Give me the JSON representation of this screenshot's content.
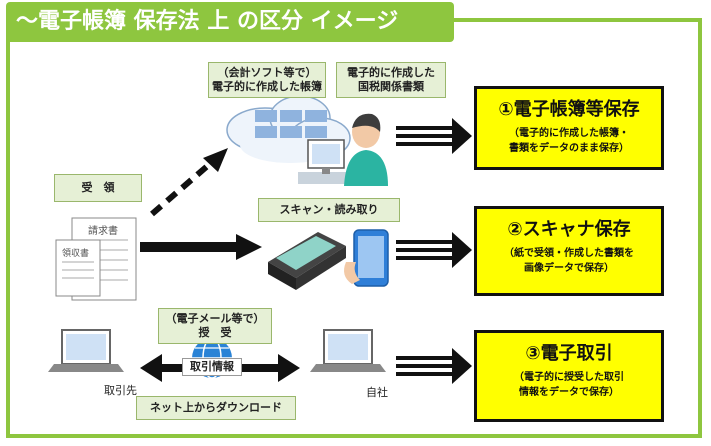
{
  "header": {
    "title": "～電子帳簿 保存法 上 の区分 イメージ"
  },
  "labels": {
    "kaikei_line1": "（会計ソフト等で）",
    "kaikei_line2": "電子的に作成した帳簿",
    "kokuzei_line1": "電子的に作成した",
    "kokuzei_line2": "国税関係書類",
    "juryo": "受　領",
    "scan": "スキャン・読み取り",
    "email_line1": "（電子メール等で）",
    "email_line2": "授　受",
    "torihiki_joho": "取引情報",
    "download": "ネット上からダウンロード",
    "torihikisaki": "取引先",
    "jisha": "自社",
    "invoice_title": "請求書",
    "receipt_title": "領収書"
  },
  "categories": [
    {
      "title": "①電子帳簿等保存",
      "line1": "（電子的に作成した帳簿・",
      "line2": "書類をデータのまま保存）"
    },
    {
      "title": "②スキャナ保存",
      "line1": "（紙で受領・作成した書類を",
      "line2": "画像データで保存）"
    },
    {
      "title": "③電子取引",
      "line1": "（電子的に授受した取引",
      "line2": "情報をデータで保存）"
    }
  ],
  "colors": {
    "accent_green": "#8ec63f",
    "label_bg": "#e6f0d6",
    "highlight_yellow": "#ffff00",
    "phone_blue": "#2f7fd8",
    "globe_blue": "#2a83d6"
  }
}
